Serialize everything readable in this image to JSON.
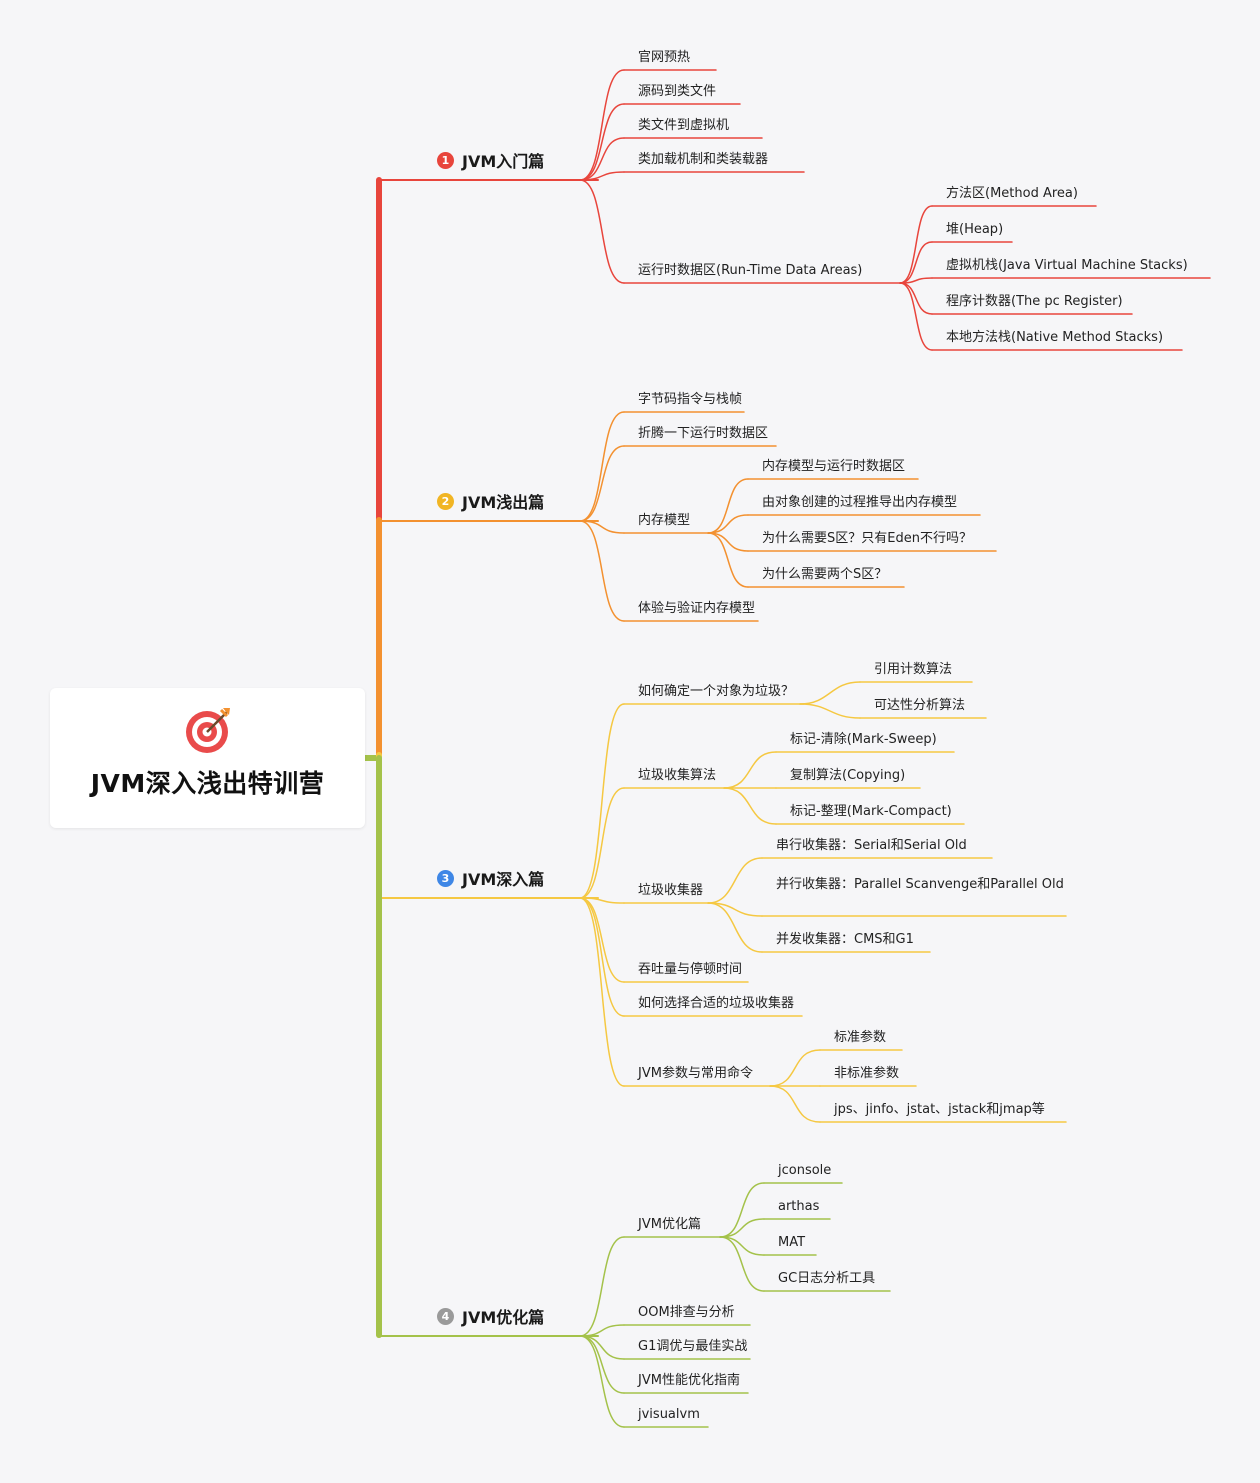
{
  "root": {
    "title": "JVM深入浅出特训营",
    "icon": "target-icon"
  },
  "sections": [
    {
      "badge": "1",
      "title": "JVM入门篇",
      "color": "#e8453c",
      "items": [
        {
          "label": "官网预热"
        },
        {
          "label": "源码到类文件"
        },
        {
          "label": "类文件到虚拟机"
        },
        {
          "label": "类加载机制和类装载器"
        },
        {
          "label": "运行时数据区(Run-Time Data Areas)",
          "children": [
            "方法区(Method Area)",
            "堆(Heap)",
            "虚拟机栈(Java Virtual Machine Stacks)",
            "程序计数器(The pc Register)",
            "本地方法栈(Native Method Stacks)"
          ]
        }
      ]
    },
    {
      "badge": "2",
      "title": "JVM浅出篇",
      "color": "#f39130",
      "items": [
        {
          "label": "字节码指令与栈帧"
        },
        {
          "label": "折腾一下运行时数据区"
        },
        {
          "label": "内存模型",
          "children": [
            "内存模型与运行时数据区",
            "由对象创建的过程推导出内存模型",
            "为什么需要S区？只有Eden不行吗？",
            "为什么需要两个S区？"
          ]
        },
        {
          "label": "体验与验证内存模型"
        }
      ]
    },
    {
      "badge": "3",
      "title": "JVM深入篇",
      "color": "#f5c842",
      "items": [
        {
          "label": "如何确定一个对象为垃圾？",
          "children": [
            "引用计数算法",
            "可达性分析算法"
          ]
        },
        {
          "label": "垃圾收集算法",
          "children": [
            "标记-清除(Mark-Sweep)",
            "复制算法(Copying)",
            "标记-整理(Mark-Compact)"
          ]
        },
        {
          "label": "垃圾收集器",
          "children": [
            "串行收集器：Serial和Serial Old",
            "并行收集器：Parallel Scanvenge和Parallel Old",
            "并发收集器：CMS和G1"
          ]
        },
        {
          "label": "吞吐量与停顿时间"
        },
        {
          "label": "如何选择合适的垃圾收集器"
        },
        {
          "label": "JVM参数与常用命令",
          "children": [
            "标准参数",
            "非标准参数",
            "jps、jinfo、jstat、jstack和jmap等"
          ]
        }
      ]
    },
    {
      "badge": "4",
      "title": "JVM优化篇",
      "color": "#a4c24a",
      "items": [
        {
          "label": "JVM优化篇",
          "children": [
            "jconsole",
            "arthas",
            "MAT",
            "GC日志分析工具"
          ]
        },
        {
          "label": "OOM排查与分析"
        },
        {
          "label": "G1调优与最佳实战"
        },
        {
          "label": "JVM性能优化指南"
        },
        {
          "label": "jvisualvm"
        }
      ]
    }
  ],
  "badge_colors": [
    "#e8453c",
    "#f1b524",
    "#3f87e6",
    "#9a9a9a"
  ]
}
